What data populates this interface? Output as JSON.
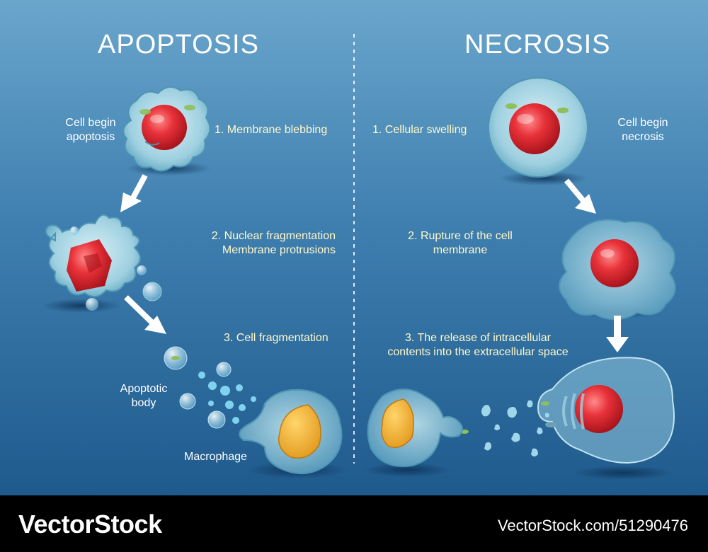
{
  "colors": {
    "background": "#3f7fb0",
    "nucleus": "#e8323a",
    "macrophage": "#f3b23a",
    "footer": "#000000"
  },
  "apoptosis": {
    "title": "APOPTOSIS",
    "cell_label": "Cell begin\napoptosis",
    "step1": "1. Membrane blebbing",
    "step2a": "2. Nuclear fragmentation",
    "step2b": "Membrane protrusions",
    "step3": "3. Cell fragmentation",
    "apoptotic_body": "Apoptotic\nbody",
    "macrophage": "Macrophage"
  },
  "necrosis": {
    "title": "NECROSIS",
    "cell_label": "Cell begin\nnecrosis",
    "step1": "1. Cellular swelling",
    "step2a": "2. Rupture of the cell",
    "step2b": "membrane",
    "step3a": "3. The release of intracellular",
    "step3b": "contents into the extracellular space"
  },
  "footer": {
    "brand": "VectorStock",
    "credit": "VectorStock.com/51290476"
  }
}
